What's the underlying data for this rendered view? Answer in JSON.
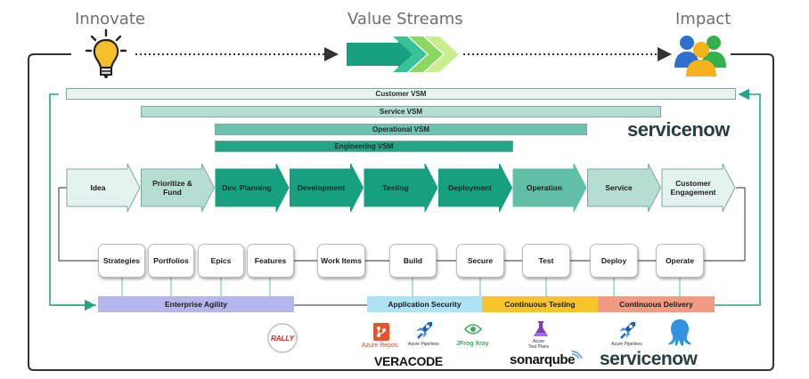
{
  "header": {
    "innovate": "Innovate",
    "value_streams": "Value Streams",
    "impact": "Impact"
  },
  "vsm_bars": [
    {
      "label": "Customer VSM",
      "color": "#e6f3f0"
    },
    {
      "label": "Service VSM",
      "color": "#b5ddd3"
    },
    {
      "label": "Operational VSM",
      "color": "#6cc2ad"
    },
    {
      "label": "Engineering VSM",
      "color": "#23a585"
    }
  ],
  "stages": [
    {
      "label": "Idea",
      "color": "#e4f3ef"
    },
    {
      "label": "Prioritize &\nFund",
      "color": "#b5ddd3"
    },
    {
      "label": "Dev. Planning",
      "color": "#16a07f"
    },
    {
      "label": "Development",
      "color": "#16a07f"
    },
    {
      "label": "Testing",
      "color": "#16a07f"
    },
    {
      "label": "Deployment",
      "color": "#16a07f"
    },
    {
      "label": "Operation",
      "color": "#5ebfa6"
    },
    {
      "label": "Service",
      "color": "#b5ddd3"
    },
    {
      "label": "Customer\nEngagement",
      "color": "#e4f3ef"
    }
  ],
  "activities": [
    "Strategies",
    "Portfolios",
    "Epics",
    "Features",
    "Work Items",
    "Build",
    "Secure",
    "Test",
    "Deploy",
    "Operate"
  ],
  "categories": [
    {
      "label": "Enterprise Agility",
      "color": "#b6b6ee"
    },
    {
      "label": "Application Security",
      "color": "#aee3f5"
    },
    {
      "label": "Continuous Testing",
      "color": "#f7c525"
    },
    {
      "label": "Continuous Delivery",
      "color": "#f39a82"
    }
  ],
  "logos": {
    "servicenow_top": "servicenow",
    "rally": "RALLY",
    "azure_repos": "Azure Repos",
    "azure_pipelines": "Azure Pipelines",
    "jfrog": "JFrog Xray",
    "veracode": "VERACODE",
    "azure_test_plans": "Azure\nTest Plans",
    "sonarqube": "sonarqube",
    "azure_pipelines_2": "Azure Pipelines",
    "servicenow_bottom": "servicenow"
  },
  "colors": {
    "loop_line": "#23a585",
    "frame_line": "#333333"
  },
  "icons": [
    "lightbulb-icon",
    "people-icon",
    "azure-repos-icon",
    "azure-pipelines-icon",
    "jfrog-xray-icon",
    "azure-test-plans-icon",
    "octopus-icon"
  ]
}
